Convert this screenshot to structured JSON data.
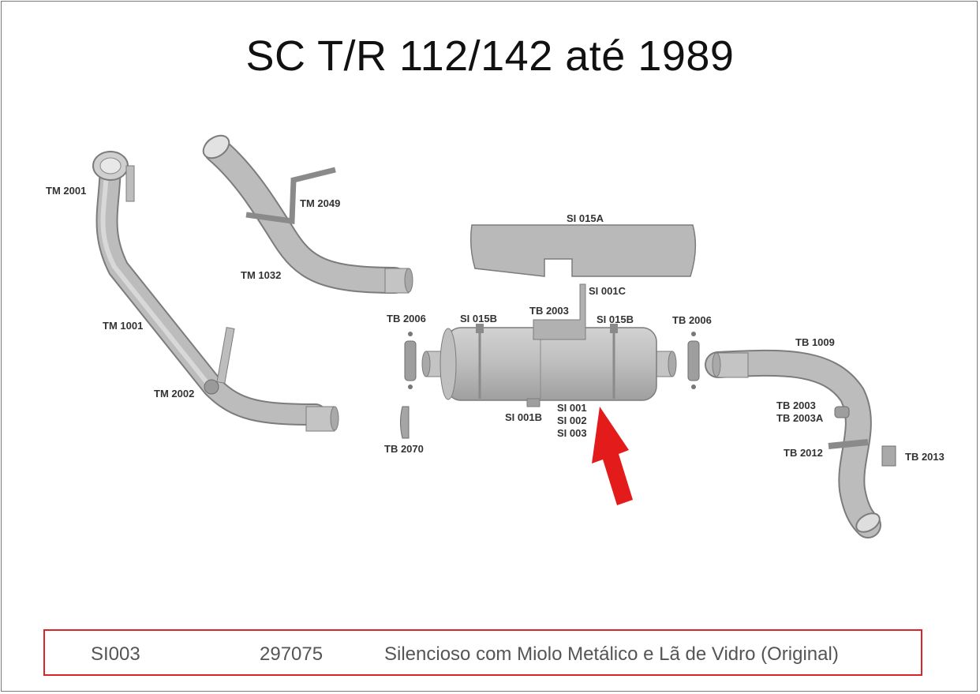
{
  "title": "SC T/R 112/142 até 1989",
  "labels": {
    "tm2001": "TM 2001",
    "tm2049": "TM 2049",
    "tm1032": "TM 1032",
    "tm1001": "TM 1001",
    "tm2002": "TM 2002",
    "si015a": "SI 015A",
    "si001c": "SI 001C",
    "tb2003_top": "TB 2003",
    "si015b_left": "SI 015B",
    "si015b_right": "SI 015B",
    "tb2006_left": "TB 2006",
    "tb2006_right": "TB 2006",
    "si001b": "SI 001B",
    "si001": "SI 001",
    "si002": "SI 002",
    "si003": "SI 003",
    "tb2070": "TB 2070",
    "tb1009": "TB 1009",
    "tb2003_right": "TB 2003",
    "tb2003a": "TB 2003A",
    "tb2012": "TB 2012",
    "tb2013": "TB 2013"
  },
  "spec": {
    "code": "SI003",
    "number": "297075",
    "description": "Silencioso com Miolo Metálico e Lã de Vidro (Original)"
  },
  "colors": {
    "part_fill": "#b7b7b7",
    "part_stroke": "#7c7c7c",
    "arrow": "#e41b1b",
    "spec_border": "#d9252a"
  }
}
